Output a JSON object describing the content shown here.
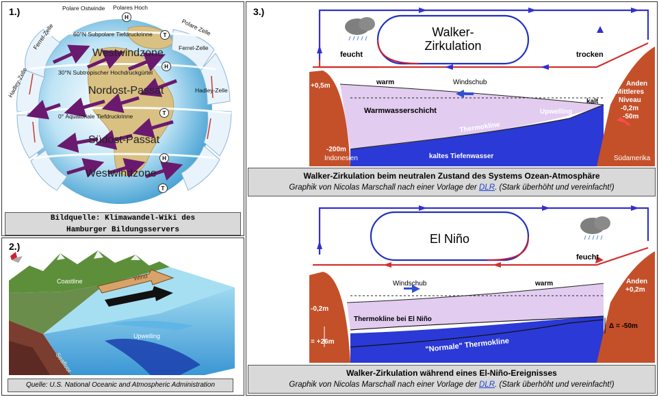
{
  "panel1": {
    "number": "1.)",
    "labels": {
      "polar_east": "Polare Ostwinde",
      "polar_high": "Polares Hoch",
      "polar_cell": "Polare Zelle",
      "ferrel_left": "Ferrel-Zelle",
      "hadley_left": "Hadley-Zelle",
      "subpolar": "60°N Subpolare Tiefdruckrinne",
      "westwind_n": "Westwindzone",
      "ferrel_right": "Ferrel-Zelle",
      "subtropic": "30°N Subtropischer Hochdruckgürtel",
      "hadley_right": "Hadley-Zelle",
      "nordost": "Nordost-Passat",
      "equator": "0° Äquatoriale Tiefdruckrinne",
      "suedost": "Südost-Passat",
      "westwind_s": "Westwindzone"
    },
    "pressure": {
      "high": "H",
      "low": "T"
    },
    "caption": [
      "Bildquelle: Klimawandel-Wiki des",
      "Hamburger Bildungsservers"
    ]
  },
  "panel2": {
    "number": "2.)",
    "labels": {
      "coastline": "Coastline",
      "wind": "Wind",
      "upwelling": "Upwelling",
      "seafloor": "Seafloor"
    },
    "caption": "Quelle: U.S. National Oceanic and Atmospheric Administration"
  },
  "panel3": {
    "number": "3.)",
    "top": {
      "title": [
        "Walker-",
        "Zirkulation"
      ],
      "feucht": "feucht",
      "trocken": "trocken",
      "plus05": "+0,5m",
      "warm": "warm",
      "windschub": "Windschub",
      "anden": "Anden",
      "mittleres": "Mittleres",
      "niveau": "Niveau",
      "minus02": "-0,2m",
      "minus50": "-50m",
      "kalt": "kalt",
      "warmwasser": "Warmwasserschicht",
      "thermokline": "Thermokline",
      "upwelling": "Upwelling",
      "minus200": "-200m",
      "indonesien": "Indonesien",
      "tiefenwasser": "kaltes Tiefenwasser",
      "suedamerika": "Südamerika"
    },
    "caption1": {
      "title": "Walker-Zirkulation beim neutralen Zustand des Systems Ozean-Atmosphäre",
      "sub_pre": "Graphik von Nicolas Marschall nach einer Vorlage der ",
      "sub_link": "DLR",
      "sub_post": ". (Stark überhöht und vereinfacht!)"
    },
    "bottom": {
      "title": "El Niño",
      "feucht": "feucht",
      "windschub": "Windschub",
      "warm": "warm",
      "anden": "Anden",
      "plus02": "+0,2m",
      "minus02": "-0,2m",
      "therm_elnino": "Thermokline bei El Niño",
      "delta": "Δ = -50m",
      "plus26": "= +26m",
      "normale": "\"Normale\" Thermokline"
    },
    "caption2": {
      "title": "Walker-Zirkulation während eines El-Niño-Ereignisses",
      "sub_pre": "Graphik von Nicolas Marschall nach einer Vorlage der ",
      "sub_link": "DLR",
      "sub_post": ". (Stark überhöht und vereinfacht!)"
    }
  }
}
